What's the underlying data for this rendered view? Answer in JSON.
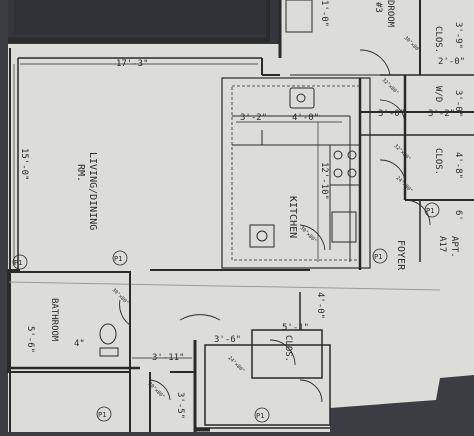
{
  "colors": {
    "paper": "#dcdcd8",
    "ink": "#2a2a2a",
    "backdrop": "#3a3d42"
  },
  "rooms": {
    "living_dining": [
      "LIVING/DINING",
      "RM."
    ],
    "kitchen": "KITCHEN",
    "bathroom": "BATHROOM",
    "foyer": "FOYER",
    "bedroom_top": [
      "DROOM",
      "#3"
    ],
    "closet_top_right": "CLOS.",
    "closet_right": "CLOS.",
    "closet_bottom": "CLOS.",
    "washer_dryer": "W/D",
    "apt": [
      "APT.",
      "A17"
    ]
  },
  "dimensions": {
    "living_width": "17'-3\"",
    "living_depth": "15'-0\"",
    "kitchen_left": "3'-2\"",
    "kitchen_mid": "4'-0\"",
    "kitchen_depth": "12'-10\"",
    "top_small": "1'-0\"",
    "clos_top_w": "2'-0\"",
    "clos_top_h": "3'-9\"",
    "wd_h": "3'-0\"",
    "wd_a": "3'-0\"",
    "wd_b": "3'-2\"",
    "clos_right_h": "4'-8\"",
    "clos_right_low": "6'",
    "foyer_w": "4'-0\"",
    "bath_w": "5'-6\"",
    "bath_small": "4\"",
    "hall_w": "3'-11\"",
    "hall_left": "3'-6\"",
    "clos_bottom_w": "5'-1\"",
    "low_left": "3'-5\""
  },
  "tags": [
    "P1",
    "P1",
    "P1",
    "P1",
    "P1",
    "P1"
  ],
  "door_tags": [
    "30\"x80\"",
    "32\"x80\"",
    "32\"x80\"",
    "24\"x80\"",
    "30\"x80\"",
    "30\"x80\"",
    "24\"x80\"",
    "30\"x80\""
  ]
}
